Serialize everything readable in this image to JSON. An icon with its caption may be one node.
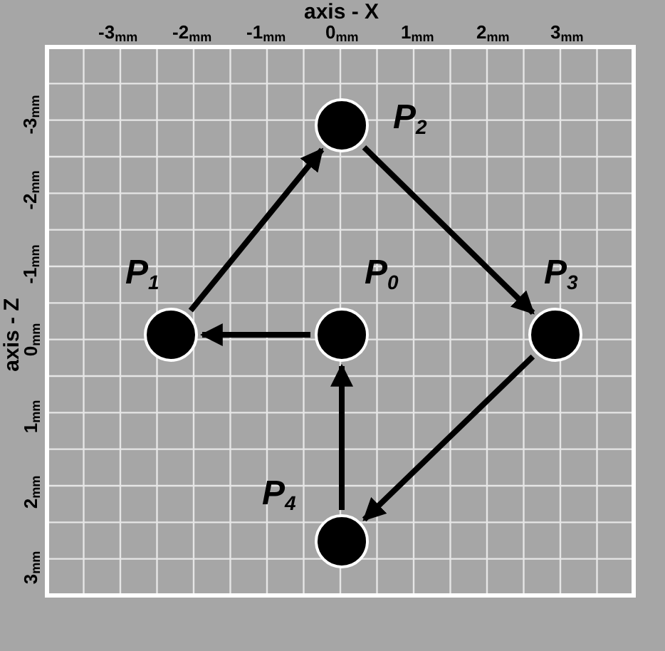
{
  "diagram": {
    "nodes": [
      {
        "text": [],
        "shape": "circle",
        "beside": [
          "P$_{2}$"
        ]
      },
      {
        "text": [],
        "shape": "circle",
        "beside": [
          "P$_{1}$"
        ]
      },
      {
        "text": [],
        "shape": "circle",
        "beside": [
          "P$_{0}$"
        ]
      },
      {
        "text": [],
        "shape": "circle",
        "beside": [
          "P$_{3}$"
        ]
      },
      {
        "text": [],
        "shape": "circle",
        "beside": [
          "P$_{4}$"
        ]
      }
    ],
    "edges": [
      {
        "from": 1,
        "to": 0,
        "arrow": "to"
      },
      {
        "from": 0,
        "to": 3,
        "arrow": "to"
      },
      {
        "from": 3,
        "to": 4,
        "arrow": "to"
      },
      {
        "from": 4,
        "to": 2,
        "arrow": "to"
      },
      {
        "from": 2,
        "to": 1,
        "arrow": "to"
      }
    ],
    "labels": [
      "axis - X",
      "-3$_{mm}$",
      "-2$_{mm}$",
      "-1$_{mm}$",
      "0$_{mm}$",
      "1$_{mm}$",
      "2$_{mm}$",
      "3$_{mm}$",
      "axis - Z",
      "-3$_{mm}$",
      "-2$_{mm}$",
      "-1$_{mm}$",
      "0$_{mm}$",
      "1$_{mm}$",
      "2$_{mm}$",
      "3$_{mm}$"
    ]
  }
}
